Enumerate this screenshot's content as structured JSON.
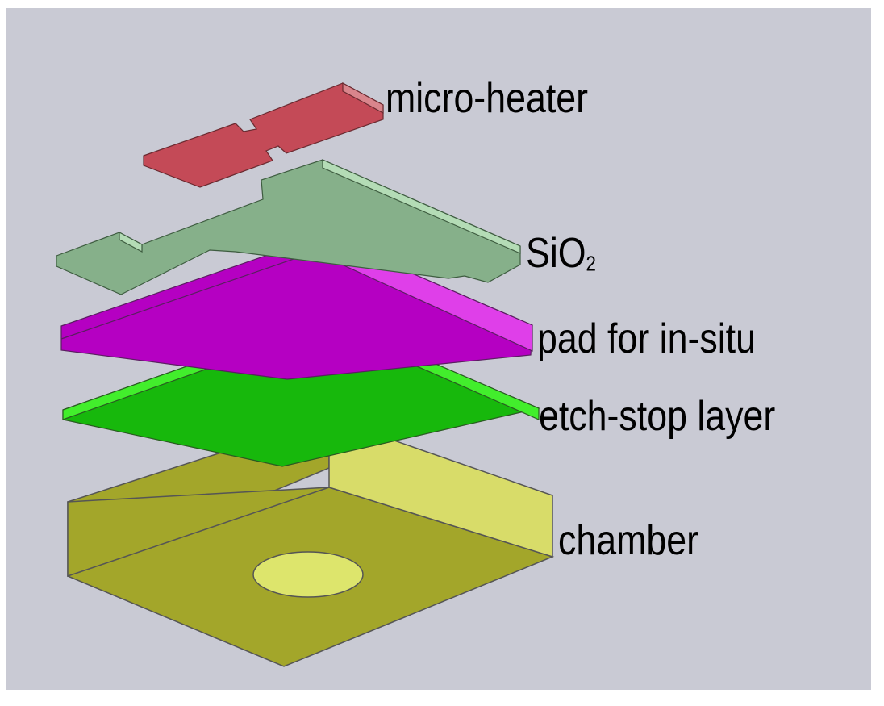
{
  "colors": {
    "background": "#c9cad4",
    "border": "#ffffff",
    "heater_top": "#c44a57",
    "heater_side": "#d9858c",
    "sio2_top": "#86b08a",
    "sio2_side": "#b4dcb6",
    "pad_top": "#b500c2",
    "pad_side": "#df3fe9",
    "etch_top": "#17b80c",
    "etch_side": "#42ee2c",
    "chamber_top": "#b2b534",
    "chamber_front": "#a3a62a",
    "chamber_side": "#d8dc69",
    "hole": "#dde56c"
  },
  "layers": [
    {
      "id": "micro-heater",
      "label": "micro-heater"
    },
    {
      "id": "sio2",
      "label_main": "SiO",
      "label_sub": "2"
    },
    {
      "id": "pad",
      "label": "pad for in-situ"
    },
    {
      "id": "etch-stop",
      "label": "etch-stop layer"
    },
    {
      "id": "chamber",
      "label": "chamber"
    }
  ]
}
